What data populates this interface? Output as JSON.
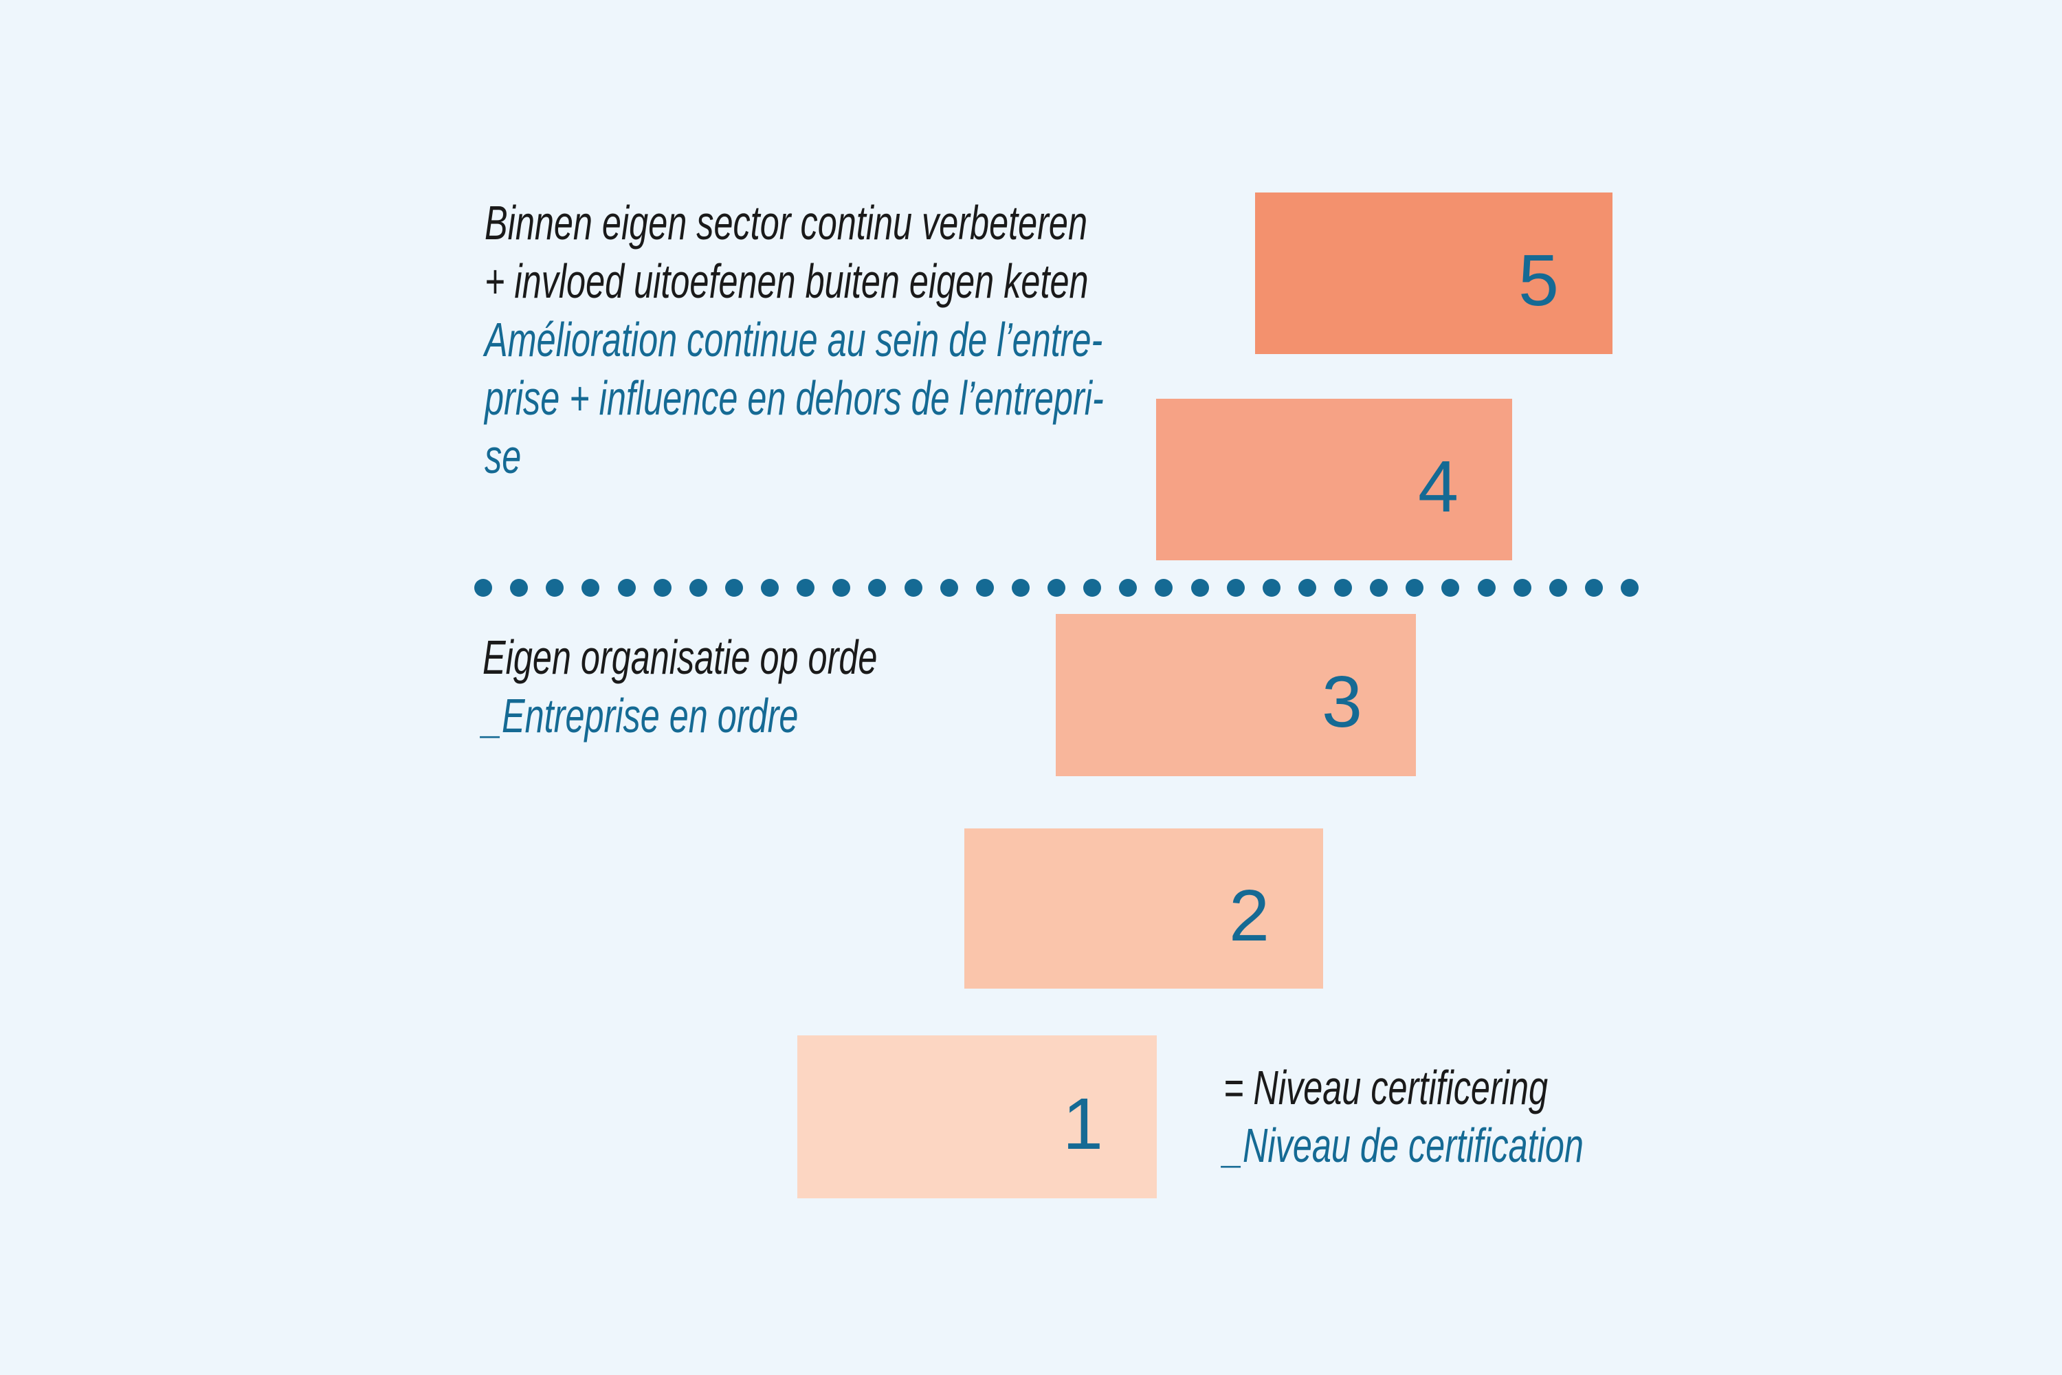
{
  "background_color": "#eef6fc",
  "colors": {
    "accent_teal": "#156a94",
    "text_black": "#1a1a1a"
  },
  "ladder": {
    "levels": [
      {
        "number": "5",
        "color": "#f3916e"
      },
      {
        "number": "4",
        "color": "#f6a285"
      },
      {
        "number": "3",
        "color": "#f8b69b"
      },
      {
        "number": "2",
        "color": "#fac5ab"
      },
      {
        "number": "1",
        "color": "#fcd6c2"
      }
    ]
  },
  "divider": {
    "dot_count": 33,
    "dot_color": "#156a94"
  },
  "annotations": {
    "upper": {
      "lines": [
        {
          "text": "Binnen eigen sector continu verbeteren",
          "language": "nl"
        },
        {
          "text": "+ invloed uitoefenen buiten eigen keten",
          "language": "nl"
        },
        {
          "text": "Amélioration continue au sein de l’entre-",
          "language": "fr"
        },
        {
          "text": "prise + influence en dehors de l’entrepri-",
          "language": "fr"
        },
        {
          "text": "se",
          "language": "fr"
        }
      ]
    },
    "mid": {
      "lines": [
        {
          "text": "Eigen organisatie op orde",
          "language": "nl"
        },
        {
          "text": "_Entreprise en ordre",
          "language": "fr"
        }
      ]
    },
    "legend": {
      "lines": [
        {
          "text": "= Niveau certificering",
          "language": "nl"
        },
        {
          "text": "_Niveau de certification",
          "language": "fr"
        }
      ]
    }
  }
}
